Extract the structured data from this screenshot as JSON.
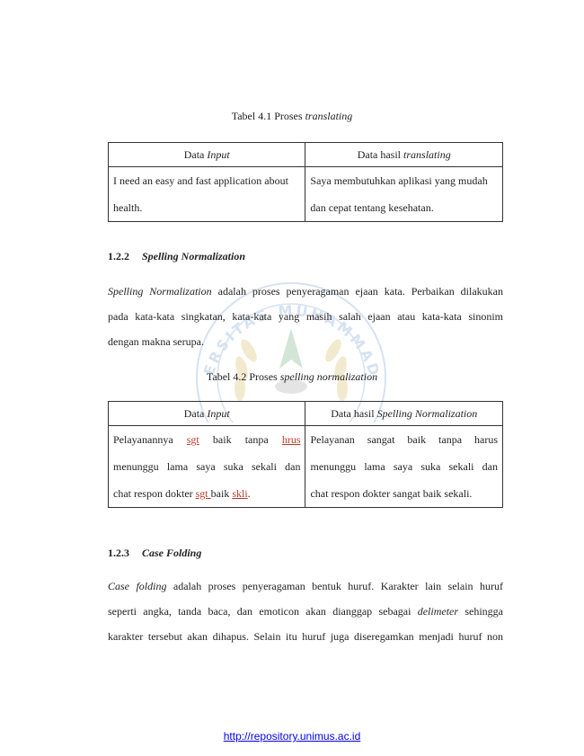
{
  "table1": {
    "caption_prefix": "Tabel 4.1 Proses ",
    "caption_italic": "translating",
    "header_col1_prefix": "Data ",
    "header_col1_italic": "Input",
    "header_col2_prefix": "Data hasil ",
    "header_col2_italic": "translating",
    "col1_line1": "I need an easy and fast application about",
    "col1_line2": "health.",
    "col2_line1": "Saya membutuhkan aplikasi yang mudah",
    "col2_line2": "dan cepat tentang kesehatan."
  },
  "section_122": {
    "number": "1.2.2",
    "title": "Spelling Normalization",
    "p_line1_italic": "Spelling Normalization",
    "p_line1_rest": " adalah proses penyeragaman ejaan kata. Perbaikan dilakukan",
    "p_line2": "pada kata-kata singkatan, kata-kata yang masih salah ejaan atau kata-kata sinonim",
    "p_line3": "dengan makna serupa."
  },
  "table2": {
    "caption_prefix": "Tabel 4.2 Proses ",
    "caption_italic": "spelling normalization",
    "header_col1_prefix": "Data ",
    "header_col1_italic": "Input",
    "header_col2_prefix": "Data hasil ",
    "header_col2_italic": "Spelling Normalization",
    "in_w1": "Pelayanannya",
    "in_err1": "sgt",
    "in_w2": "baik",
    "in_w3": "tanpa",
    "in_err2": "hrus",
    "in_line2": "menunggu lama saya suka sekali dan",
    "in_line3_a": "chat respon dokter ",
    "in_err3": "sgt ",
    "in_line3_b": "baik ",
    "in_err4": "skli",
    "in_line3_c": ".",
    "out_line1": "Pelayanan sangat baik tanpa harus",
    "out_line2": "menunggu lama saya suka sekali dan",
    "out_line3": "chat respon dokter sangat baik sekali."
  },
  "section_123": {
    "number": "1.2.3",
    "title": "Case Folding",
    "p_line1_italic": "Case folding",
    "p_line1_rest": " adalah proses penyeragaman bentuk huruf. Karakter lain selain huruf",
    "p_line2_a": "seperti angka, tanda baca, dan emoticon akan dianggap sebagai ",
    "p_line2_italic": "delimeter",
    "p_line2_b": " sehingga",
    "p_line3": "karakter tersebut akan dihapus. Selain itu huruf juga diseregamkan menjadi huruf non"
  },
  "watermark": {
    "text_top": "UNIVERSITAS MUHAMMADIYAH",
    "color": "#4a7fc1"
  },
  "footer": {
    "link": "http://repository.unimus.ac.id"
  }
}
